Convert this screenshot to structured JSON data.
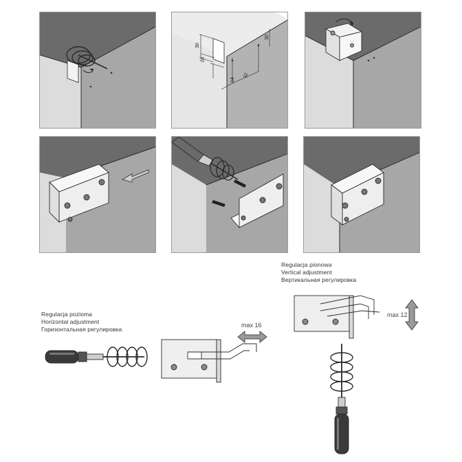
{
  "horizontal": {
    "labels": [
      "Regulacja pozioma",
      "Horizontal adjustment",
      "Горизонтальная регулировка"
    ],
    "max": "max 16"
  },
  "vertical": {
    "labels": [
      "Regulacja pionowa",
      "Vertical adjustment",
      "Вертикальная регулировка"
    ],
    "max": "max 12"
  },
  "dimensions": {
    "d30a": "30",
    "d30b": "30",
    "d20": "20",
    "d14": "14",
    "d32": "32"
  },
  "colors": {
    "dark_top": "#6b6b6b",
    "side_mid": "#a7a7a7",
    "side_light": "#dcdcdc",
    "metal": "#eeeeee",
    "outline": "#2a2a2a"
  }
}
